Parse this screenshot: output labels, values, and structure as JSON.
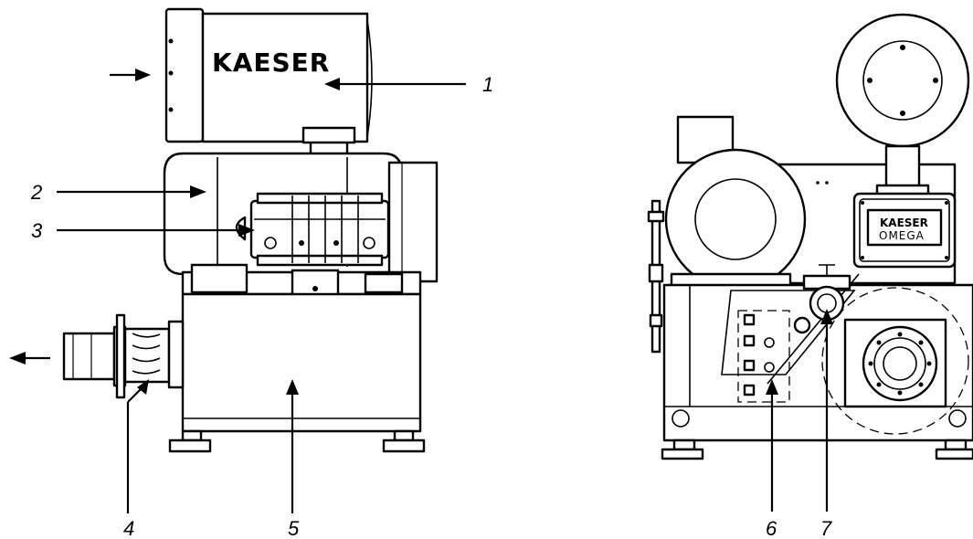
{
  "brand": {
    "logo_side": "KAESER",
    "logo_rear_top": "KAESER",
    "logo_rear_bottom": "OMEGA"
  },
  "callouts": [
    "1",
    "2",
    "3",
    "4",
    "5",
    "6",
    "7"
  ],
  "colors": {
    "ink": "#000000",
    "paper": "#ffffff"
  }
}
